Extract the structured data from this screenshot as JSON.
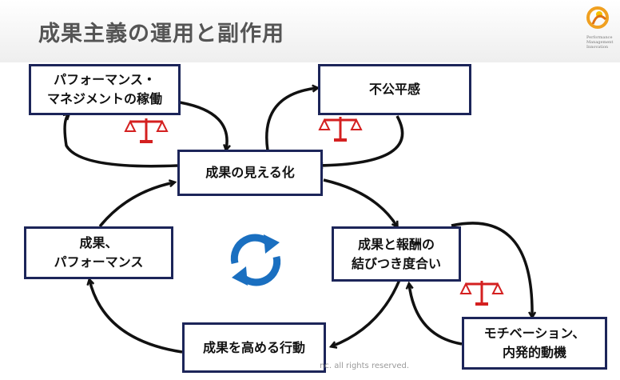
{
  "title": "成果主義の運用と副作用",
  "logo": {
    "lines": [
      "Performance",
      "Management",
      "Innovation"
    ],
    "icon": "person-swirl-logo"
  },
  "nodes": {
    "pm": {
      "lines": [
        "パフォーマンス・",
        "マネジメントの稼働"
      ]
    },
    "unfair": {
      "lines": [
        "不公平感"
      ]
    },
    "visible": {
      "lines": [
        "成果の見える化"
      ]
    },
    "link": {
      "lines": [
        "成果と報酬の",
        "結びつき度合い"
      ]
    },
    "perf": {
      "lines": [
        "成果、",
        "パフォーマンス"
      ]
    },
    "action": {
      "lines": [
        "成果を高める行動"
      ]
    },
    "motive": {
      "lines": [
        "モチベーション、",
        "内発的動機"
      ]
    }
  },
  "footer": "nc. all rights reserved.",
  "colors": {
    "border": "#1c2559",
    "arrow": "#111111",
    "scale": "#d42020",
    "cycle": "#1a6fc0"
  }
}
